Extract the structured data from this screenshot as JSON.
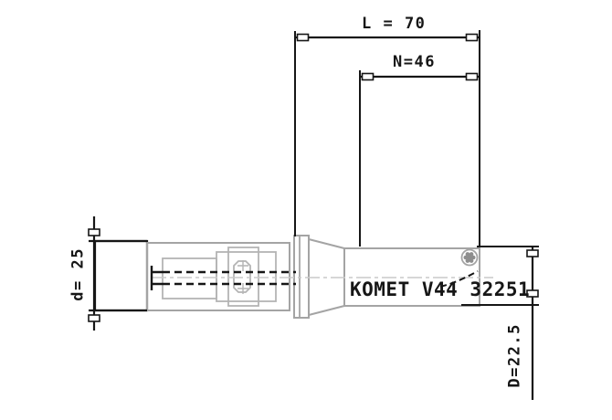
{
  "drawing": {
    "colors": {
      "paper": "#ffffff",
      "ink": "#161616",
      "outline": "#a4a4a4",
      "inner": "#b4b4b4",
      "centerline": "#c9c9c9",
      "screw": "#8d8d8d"
    },
    "dimensions": {
      "overall_length": "L = 70",
      "neck_length": "N=46",
      "shank_diameter": "d= 25",
      "cutting_diameter": "D=22.5"
    },
    "tool_label": "KOMET V44 32251"
  }
}
